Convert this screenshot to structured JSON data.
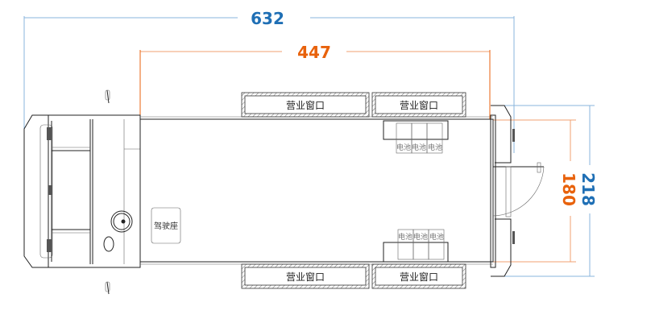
{
  "dimensions": {
    "overall_length": "632",
    "box_length": "447",
    "overall_width": "218",
    "box_width": "180"
  },
  "labels": {
    "service_window": "营业窗口",
    "battery": "电池",
    "driver_seat": "驾驶座"
  },
  "colors": {
    "blue_dim": "#1f6fb5",
    "orange_dim": "#e8620c"
  }
}
